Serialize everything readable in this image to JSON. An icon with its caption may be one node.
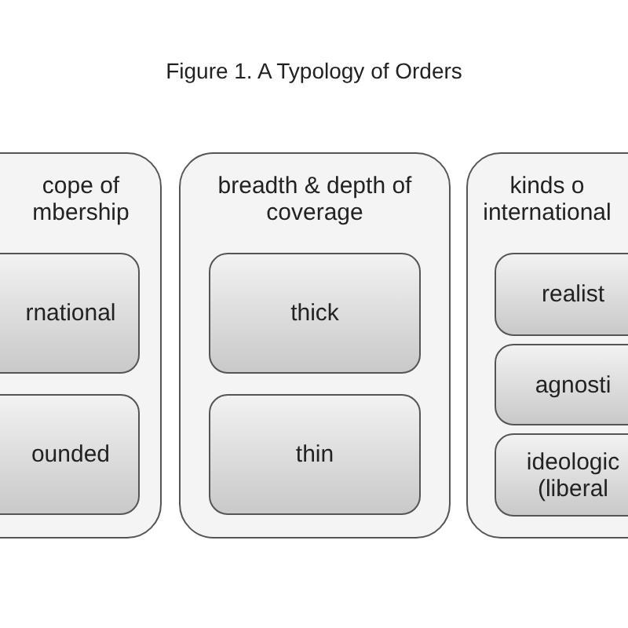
{
  "diagram": {
    "title": "Figure 1. A Typology of Orders",
    "nodes": [
      {
        "text": [
          "cope of mbership"
        ]
      },
      {
        "text": [
          "rnational"
        ],
        "in": 0
      },
      {
        "text": [
          "ounded"
        ],
        "in": 0
      },
      {
        "text": [
          "breadth & depth of coverage"
        ]
      },
      {
        "text": [
          "thick"
        ],
        "in": 3
      },
      {
        "text": [
          "thin"
        ],
        "in": 3
      },
      {
        "text": [
          "kinds o international"
        ]
      },
      {
        "text": [
          "realist"
        ],
        "in": 6
      },
      {
        "text": [
          "agnosti"
        ],
        "in": 6
      },
      {
        "text": [
          "ideologic (liberal"
        ],
        "in": 6
      }
    ]
  }
}
